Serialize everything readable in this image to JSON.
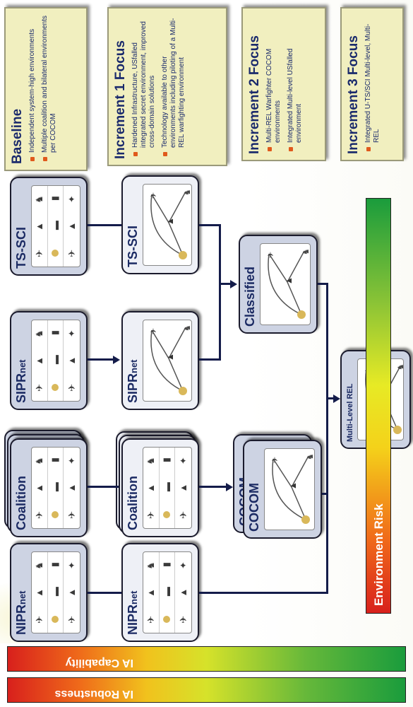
{
  "focus_boxes": [
    {
      "title": "Baseline",
      "bullets": [
        "Independent system-high environments",
        "Multiple coalition and bilateral environments per COCOM"
      ]
    },
    {
      "title": "Increment 1 Focus",
      "bullets": [
        "Hardened Infrastructure, USfalled integrated secret environment, improved cross-domain solutions",
        "Technology available to other environments including piloting of a Multi-REL warfighting environment"
      ]
    },
    {
      "title": "Increment 2 Focus",
      "bullets": [
        "Multi-REL Warfighter COCOM environments",
        "Integrated Multi-level USfalled environment"
      ]
    },
    {
      "title": "Increment 3 Focus",
      "bullets": [
        "Integrated U-TS/SCI Multi-level, Multi-REL"
      ]
    }
  ],
  "nodes": {
    "baseline": {
      "ts_sci": "TS-SCI",
      "sipr": "SIPR",
      "sipr_sub": "net",
      "coalition": "Coalition",
      "nipr": "NIPR",
      "nipr_sub": "net"
    },
    "increment1": {
      "ts_sci": "TS-SCI",
      "sipr": "SIPR",
      "sipr_sub": "net",
      "coalition": "Coalition",
      "nipr": "NIPR",
      "nipr_sub": "net"
    },
    "increment2": {
      "classified": "Classified",
      "cocom_back": "COCOM",
      "cocom_front": "COCOM"
    },
    "increment3": {
      "multi_level": "Multi-Level REL"
    }
  },
  "bars": {
    "environment_risk": "Environment Risk",
    "ia_capability": "IA Capability",
    "ia_robustness": "IA Robustness"
  },
  "colors": {
    "navy": "#1b2a63",
    "bullet": "#e05a1c",
    "box_fill": "#f1efbf"
  }
}
